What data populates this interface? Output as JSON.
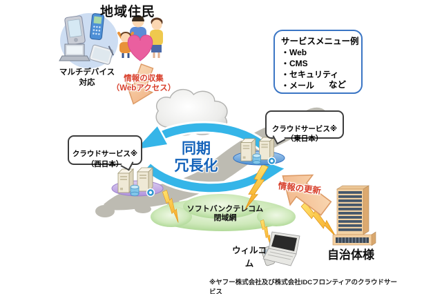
{
  "header": {
    "title": "地域住民"
  },
  "residents": {
    "devices_caption": "マルチデバイス\n対応"
  },
  "service_menu": {
    "heading": "サービスメニュー例",
    "items": [
      "・Web",
      "・CMS",
      "・セキュリティ",
      "・メール"
    ],
    "more": "など"
  },
  "flows": {
    "collect": "情報の収集\n（Webアクセス）",
    "update": "情報の更新",
    "sync": "同期\n冗長化"
  },
  "cloud_services": {
    "west": "クラウドサービス※\n（西日本）",
    "east": "クラウドサービス※\n（東日本）"
  },
  "network": {
    "carrier": "ソフトバンクテレコム\n閉域網",
    "willcom": "ウィルコム"
  },
  "municipality": {
    "label": "自治体様"
  },
  "footnote": "※ヤフー株式会社及び株式会社IDCフロンティアのクラウドサービス",
  "colors": {
    "sync_text": "#1563ba",
    "flow_text": "#d8402c",
    "cycle_arrow": "#35b5e8",
    "block_arrow_fill": "#f7cda5",
    "menu_border": "#3a75c4",
    "west_plate": "#c3abe2",
    "east_plate": "#74abe2",
    "network_cloud": "#b4da9c",
    "lightning": "#ffd04a"
  }
}
